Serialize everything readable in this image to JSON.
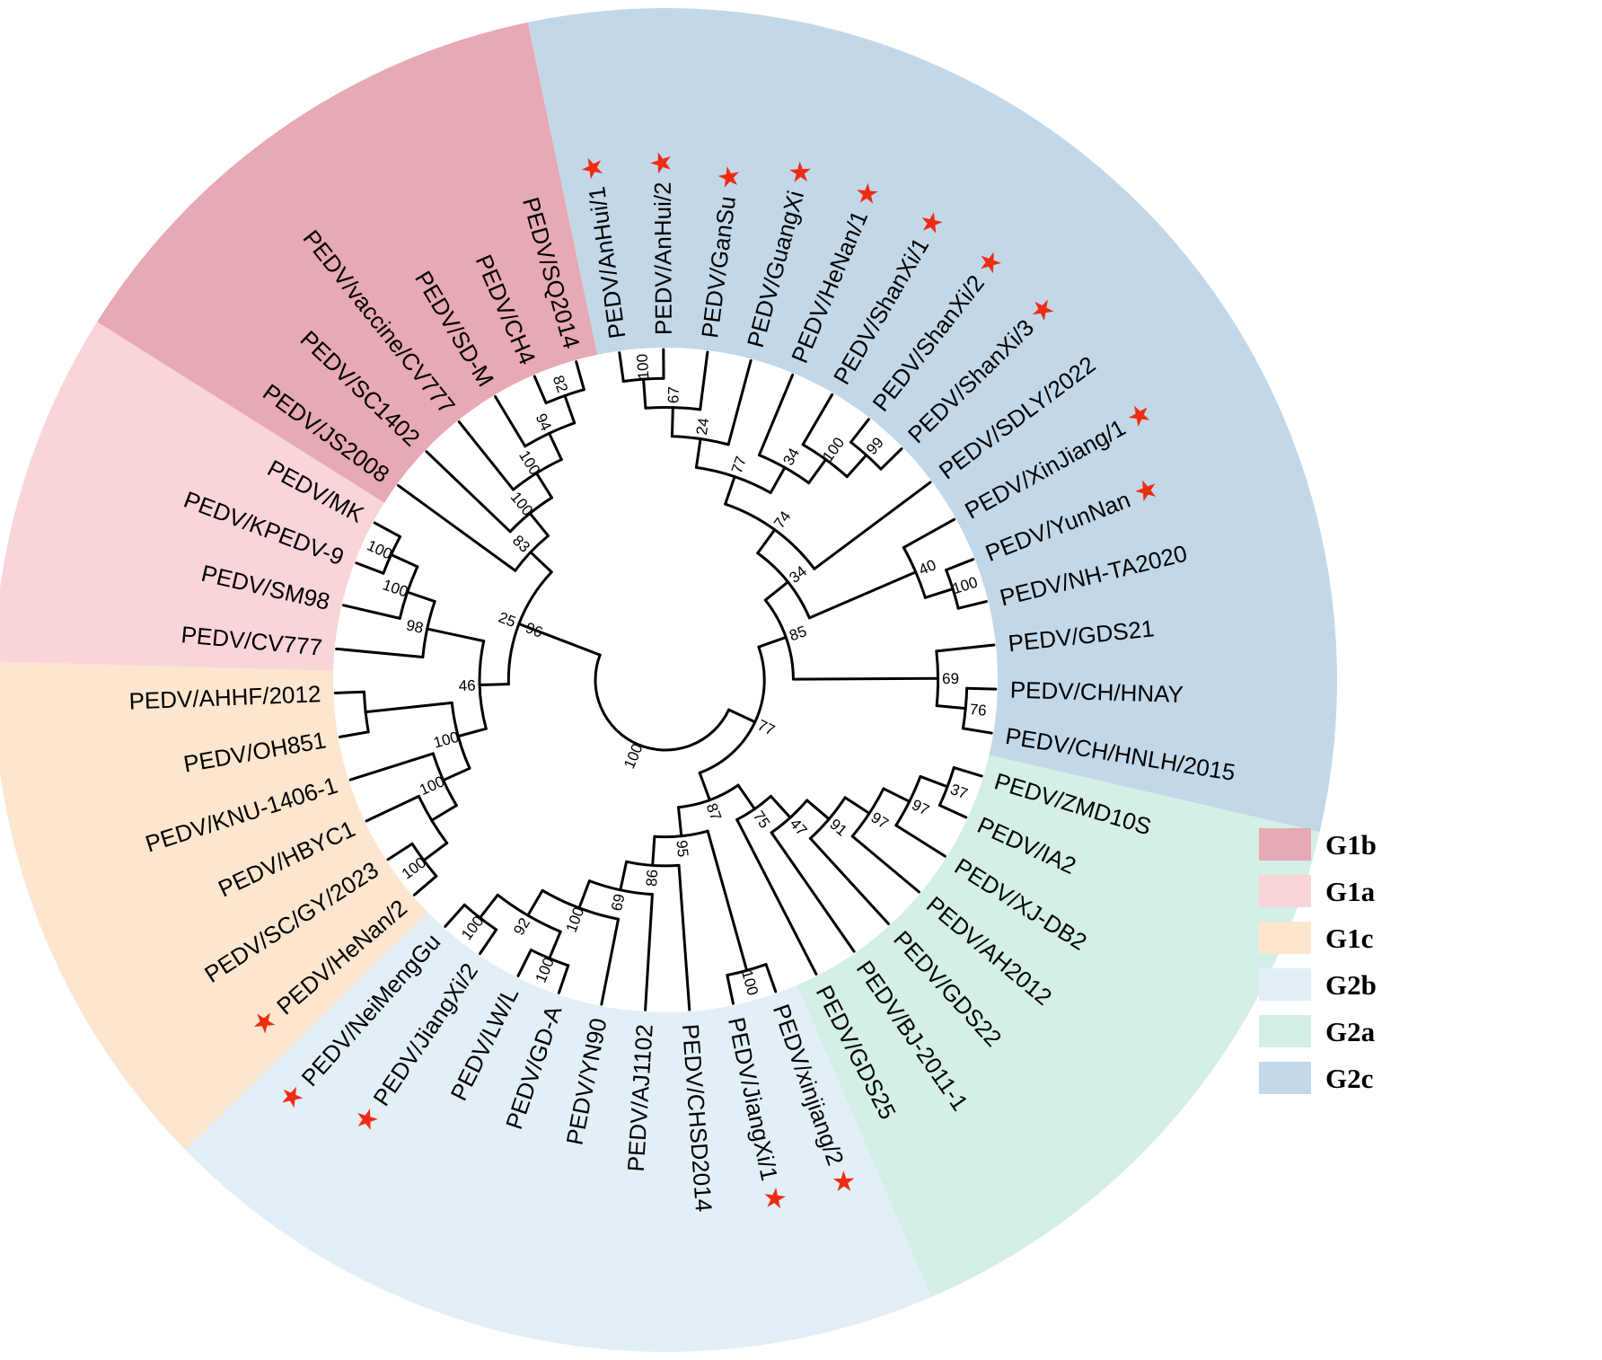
{
  "figure": {
    "type": "circular-phylogenetic-tree",
    "background": "#ffffff"
  },
  "icons": {
    "star": "★"
  },
  "star_color": "#ee2c12",
  "legend": {
    "items": [
      {
        "label": "G1b",
        "color": "#e7a9b3"
      },
      {
        "label": "G1a",
        "color": "#f9d5da"
      },
      {
        "label": "G1c",
        "color": "#fce6cf"
      },
      {
        "label": "G2b",
        "color": "#e2eff6"
      },
      {
        "label": "G2a",
        "color": "#d4efe5"
      },
      {
        "label": "G2c",
        "color": "#c2d8e9"
      }
    ]
  },
  "groups": [
    {
      "id": "G2c",
      "color": "#c2d8e9"
    },
    {
      "id": "G2a",
      "color": "#d4efe5"
    },
    {
      "id": "G2b",
      "color": "#e2eff6"
    },
    {
      "id": "G1c",
      "color": "#fce6cf"
    },
    {
      "id": "G1a",
      "color": "#f9d5da"
    },
    {
      "id": "G1b",
      "color": "#e7a9b3"
    }
  ],
  "taxa": [
    {
      "name": "PEDV/AnHui/1",
      "group": "G2c",
      "star": true
    },
    {
      "name": "PEDV/AnHui/2",
      "group": "G2c",
      "star": true
    },
    {
      "name": "PEDV/GanSu",
      "group": "G2c",
      "star": true
    },
    {
      "name": "PEDV/GuangXi",
      "group": "G2c",
      "star": true
    },
    {
      "name": "PEDV/HeNan/1",
      "group": "G2c",
      "star": true
    },
    {
      "name": "PEDV/ShanXi/1",
      "group": "G2c",
      "star": true
    },
    {
      "name": "PEDV/ShanXi/2",
      "group": "G2c",
      "star": true
    },
    {
      "name": "PEDV/ShanXi/3",
      "group": "G2c",
      "star": true
    },
    {
      "name": "PEDV/SDLY/2022",
      "group": "G2c",
      "star": false
    },
    {
      "name": "PEDV/XinJiang/1",
      "group": "G2c",
      "star": true
    },
    {
      "name": "PEDV/YunNan",
      "group": "G2c",
      "star": true
    },
    {
      "name": "PEDV/NH-TA2020",
      "group": "G2c",
      "star": false
    },
    {
      "name": "PEDV/GDS21",
      "group": "G2c",
      "star": false
    },
    {
      "name": "PEDV/CH/HNAY",
      "group": "G2c",
      "star": false
    },
    {
      "name": "PEDV/CH/HNLH/2015",
      "group": "G2c",
      "star": false
    },
    {
      "name": "PEDV/ZMD10S",
      "group": "G2a",
      "star": false
    },
    {
      "name": "PEDV/IA2",
      "group": "G2a",
      "star": false
    },
    {
      "name": "PEDV/XJ-DB2",
      "group": "G2a",
      "star": false
    },
    {
      "name": "PEDV/AH2012",
      "group": "G2a",
      "star": false
    },
    {
      "name": "PEDV/GDS22",
      "group": "G2a",
      "star": false
    },
    {
      "name": "PEDV/BJ-2011-1",
      "group": "G2a",
      "star": false
    },
    {
      "name": "PEDV/GDS25",
      "group": "G2a",
      "star": false
    },
    {
      "name": "PEDV/xinjiang/2",
      "group": "G2b",
      "star": true
    },
    {
      "name": "PEDV/JiangXi/1",
      "group": "G2b",
      "star": true
    },
    {
      "name": "PEDV/CHSD2014",
      "group": "G2b",
      "star": false
    },
    {
      "name": "PEDV/AJ1102",
      "group": "G2b",
      "star": false
    },
    {
      "name": "PEDV/YN90",
      "group": "G2b",
      "star": false
    },
    {
      "name": "PEDV/GD-A",
      "group": "G2b",
      "star": false
    },
    {
      "name": "PEDV/LW/L",
      "group": "G2b",
      "star": false
    },
    {
      "name": "PEDV/JiangXi/2",
      "group": "G2b",
      "star": true
    },
    {
      "name": "PEDV/NeiMengGu",
      "group": "G2b",
      "star": true
    },
    {
      "name": "PEDV/HeNan/2",
      "group": "G1c",
      "star": true
    },
    {
      "name": "PEDV/SC/GY/2023",
      "group": "G1c",
      "star": false
    },
    {
      "name": "PEDV/HBYC1",
      "group": "G1c",
      "star": false
    },
    {
      "name": "PEDV/KNU-1406-1",
      "group": "G1c",
      "star": false
    },
    {
      "name": "PEDV/OH851",
      "group": "G1c",
      "star": false
    },
    {
      "name": "PEDV/AHHF/2012",
      "group": "G1c",
      "star": false
    },
    {
      "name": "PEDV/CV777",
      "group": "G1a",
      "star": false
    },
    {
      "name": "PEDV/SM98",
      "group": "G1a",
      "star": false
    },
    {
      "name": "PEDV/KPEDV-9",
      "group": "G1a",
      "star": false
    },
    {
      "name": "PEDV/MK",
      "group": "G1a",
      "star": false
    },
    {
      "name": "PEDV/JS2008",
      "group": "G1b",
      "star": false
    },
    {
      "name": "PEDV/SC1402",
      "group": "G1b",
      "star": false
    },
    {
      "name": "PEDV/vaccine/CV777",
      "group": "G1b",
      "star": false
    },
    {
      "name": "PEDV/SD-M",
      "group": "G1b",
      "star": false
    },
    {
      "name": "PEDV/CH4",
      "group": "G1b",
      "star": false
    },
    {
      "name": "PEDV/SQ2014",
      "group": "G1b",
      "star": false
    }
  ],
  "tree": {
    "support": "100",
    "children": [
      {
        "support": "77",
        "children": [
          {
            "support": "85",
            "children": [
              {
                "support": "34",
                "children": [
                  {
                    "support": "74",
                    "children": [
                      {
                        "support": "77",
                        "children": [
                          {
                            "support": "24",
                            "children": [
                              {
                                "support": "67",
                                "children": [
                                  {
                                    "support": "100",
                                    "children": [
                                      {
                                        "taxon": "PEDV/AnHui/1"
                                      },
                                      {
                                        "taxon": "PEDV/AnHui/2"
                                      }
                                    ]
                                  },
                                  {
                                    "taxon": "PEDV/GanSu"
                                  }
                                ]
                              },
                              {
                                "taxon": "PEDV/GuangXi"
                              }
                            ]
                          },
                          {
                            "support": "34",
                            "children": [
                              {
                                "taxon": "PEDV/HeNan/1"
                              },
                              {
                                "support": "100",
                                "children": [
                                  {
                                    "taxon": "PEDV/ShanXi/1"
                                  },
                                  {
                                    "support": "99",
                                    "children": [
                                      {
                                        "taxon": "PEDV/ShanXi/2"
                                      },
                                      {
                                        "taxon": "PEDV/ShanXi/3"
                                      }
                                    ]
                                  }
                                ]
                              }
                            ]
                          }
                        ]
                      },
                      {
                        "taxon": "PEDV/SDLY/2022"
                      }
                    ]
                  },
                  {
                    "support": "40",
                    "children": [
                      {
                        "taxon": "PEDV/XinJiang/1"
                      },
                      {
                        "support": "100",
                        "children": [
                          {
                            "taxon": "PEDV/YunNan"
                          },
                          {
                            "taxon": "PEDV/NH-TA2020"
                          }
                        ]
                      }
                    ]
                  }
                ]
              },
              {
                "support": "69",
                "children": [
                  {
                    "taxon": "PEDV/GDS21"
                  },
                  {
                    "support": "76",
                    "children": [
                      {
                        "taxon": "PEDV/CH/HNAY"
                      },
                      {
                        "taxon": "PEDV/CH/HNLH/2015"
                      }
                    ]
                  }
                ]
              }
            ]
          },
          {
            "support": "87",
            "children": [
              {
                "support": "75",
                "children": [
                  {
                    "support": "47",
                    "children": [
                      {
                        "support": "91",
                        "children": [
                          {
                            "support": "97",
                            "children": [
                              {
                                "support": "97",
                                "children": [
                                  {
                                    "support": "37",
                                    "children": [
                                      {
                                        "taxon": "PEDV/ZMD10S"
                                      },
                                      {
                                        "taxon": "PEDV/IA2"
                                      }
                                    ]
                                  },
                                  {
                                    "taxon": "PEDV/XJ-DB2"
                                  }
                                ]
                              },
                              {
                                "taxon": "PEDV/AH2012"
                              }
                            ]
                          },
                          {
                            "taxon": "PEDV/GDS22"
                          }
                        ]
                      },
                      {
                        "taxon": "PEDV/BJ-2011-1"
                      }
                    ]
                  },
                  {
                    "taxon": "PEDV/GDS25"
                  }
                ]
              },
              {
                "support": "95",
                "children": [
                  {
                    "support": "100",
                    "children": [
                      {
                        "taxon": "PEDV/xinjiang/2"
                      },
                      {
                        "taxon": "PEDV/JiangXi/1"
                      }
                    ]
                  },
                  {
                    "support": "86",
                    "children": [
                      {
                        "taxon": "PEDV/CHSD2014"
                      },
                      {
                        "support": "69",
                        "children": [
                          {
                            "taxon": "PEDV/AJ1102"
                          },
                          {
                            "support": "100",
                            "children": [
                              {
                                "taxon": "PEDV/YN90"
                              },
                              {
                                "support": "92",
                                "children": [
                                  {
                                    "support": "100",
                                    "children": [
                                      {
                                        "taxon": "PEDV/GD-A"
                                      },
                                      {
                                        "taxon": "PEDV/LW/L"
                                      }
                                    ]
                                  },
                                  {
                                    "support": "100",
                                    "children": [
                                      {
                                        "taxon": "PEDV/JiangXi/2"
                                      },
                                      {
                                        "taxon": "PEDV/NeiMengGu"
                                      }
                                    ]
                                  }
                                ]
                              }
                            ]
                          }
                        ]
                      }
                    ]
                  }
                ]
              }
            ]
          }
        ]
      },
      {
        "support": "96",
        "children": [
          {
            "support": "25",
            "children": [
              {
                "support": "46",
                "children": [
                  {
                    "support": "100",
                    "children": [
                      {
                        "support": "100",
                        "children": [
                          {
                            "support": "",
                            "children": [
                              {
                                "support": "100",
                                "children": [
                                  {
                                    "taxon": "PEDV/HeNan/2"
                                  },
                                  {
                                    "taxon": "PEDV/SC/GY/2023"
                                  }
                                ]
                              },
                              {
                                "taxon": "PEDV/HBYC1"
                              }
                            ]
                          },
                          {
                            "taxon": "PEDV/KNU-1406-1"
                          }
                        ]
                      },
                      {
                        "support": "",
                        "children": [
                          {
                            "taxon": "PEDV/OH851"
                          },
                          {
                            "taxon": "PEDV/AHHF/2012"
                          }
                        ]
                      }
                    ]
                  },
                  {
                    "support": "98",
                    "children": [
                      {
                        "taxon": "PEDV/CV777"
                      },
                      {
                        "support": "100",
                        "children": [
                          {
                            "taxon": "PEDV/SM98"
                          },
                          {
                            "support": "100",
                            "children": [
                              {
                                "taxon": "PEDV/KPEDV-9"
                              },
                              {
                                "taxon": "PEDV/MK"
                              }
                            ]
                          }
                        ]
                      }
                    ]
                  }
                ]
              },
              {
                "support": "83",
                "children": [
                  {
                    "taxon": "PEDV/JS2008"
                  },
                  {
                    "support": "100",
                    "children": [
                      {
                        "taxon": "PEDV/SC1402"
                      },
                      {
                        "support": "100",
                        "children": [
                          {
                            "taxon": "PEDV/vaccine/CV777"
                          },
                          {
                            "support": "94",
                            "children": [
                              {
                                "taxon": "PEDV/SD-M"
                              },
                              {
                                "support": "82",
                                "children": [
                                  {
                                    "taxon": "PEDV/CH4"
                                  },
                                  {
                                    "taxon": "PEDV/SQ2014"
                                  }
                                ]
                              }
                            ]
                          }
                        ]
                      }
                    ]
                  }
                ]
              }
            ]
          }
        ]
      }
    ]
  }
}
